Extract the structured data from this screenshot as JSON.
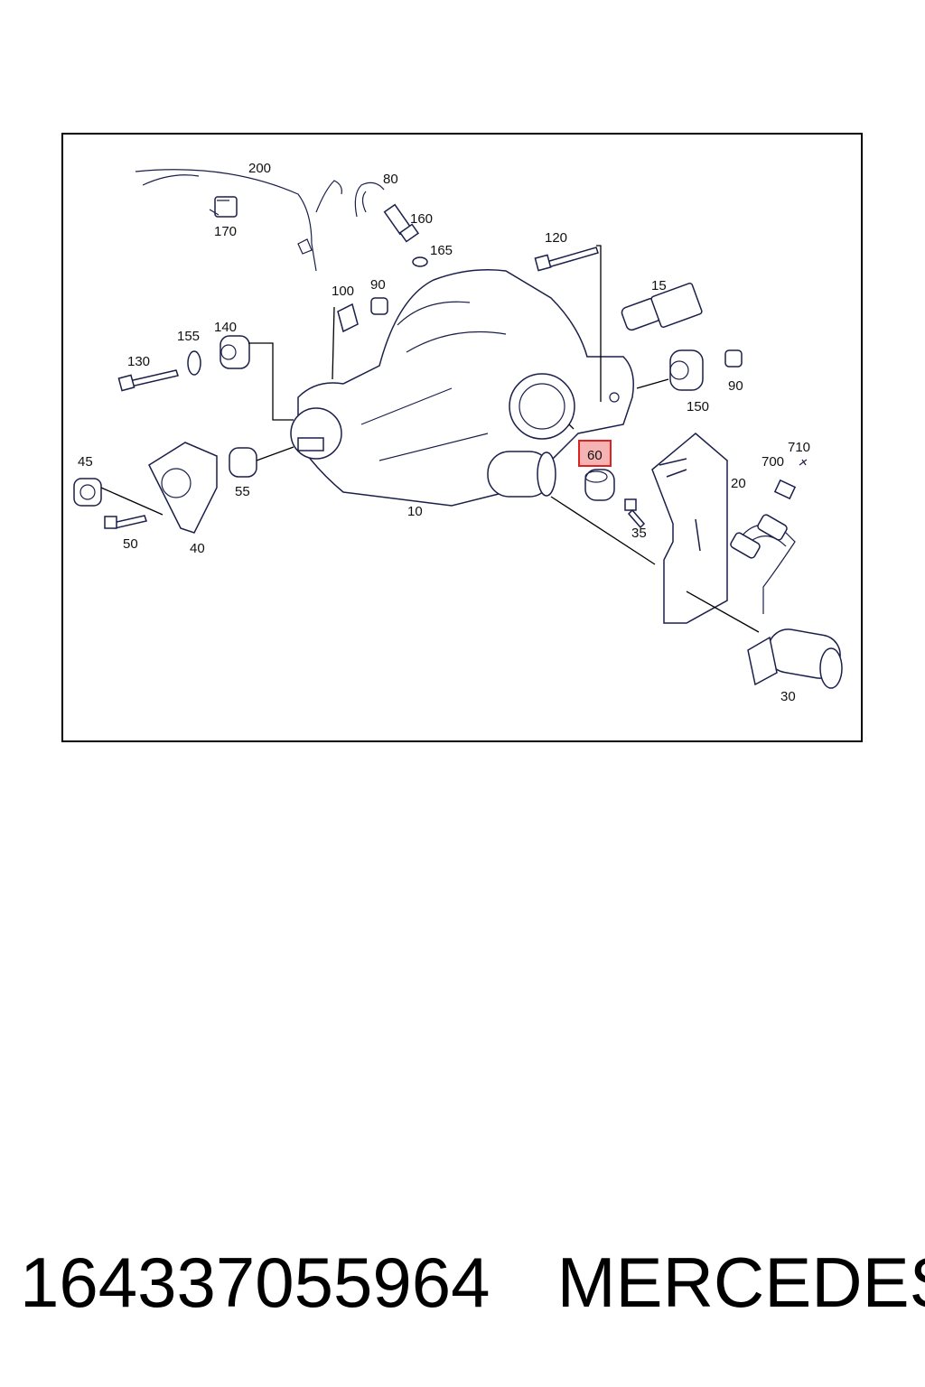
{
  "callouts": {
    "c200": "200",
    "c80": "80",
    "c160": "160",
    "c165": "165",
    "c170": "170",
    "c120": "120",
    "c15": "15",
    "c100": "100",
    "c90a": "90",
    "c140": "140",
    "c155": "155",
    "c130": "130",
    "c150": "150",
    "c90b": "90",
    "c60": "60",
    "c710": "710",
    "c700": "700",
    "c20": "20",
    "c45": "45",
    "c55": "55",
    "c10": "10",
    "c35": "35",
    "c50": "50",
    "c40": "40",
    "c30": "30"
  },
  "highlighted_callout": "60",
  "caption": {
    "part_number": "164337055964",
    "brand": "MERCEDES"
  },
  "colors": {
    "highlight_fill": "#f5b3b3",
    "highlight_border": "#dd2222",
    "line": "#1a1f4a"
  }
}
